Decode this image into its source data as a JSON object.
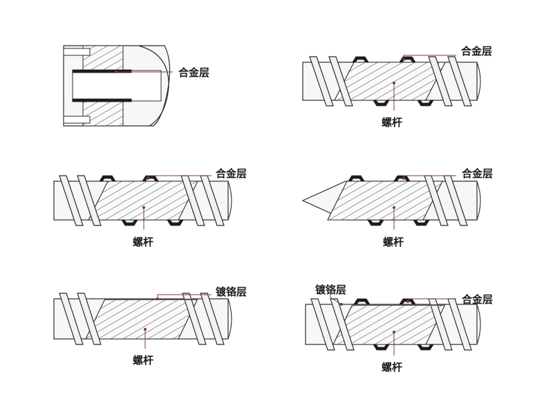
{
  "labels": {
    "alloy_layer": "合金层",
    "screw": "螺杆",
    "chrome_layer": "镀铬层"
  },
  "colors": {
    "outline": "#2b2b2b",
    "leader": "#7a3a3a",
    "alloy": "#1e1e1e",
    "background": "#ffffff"
  }
}
